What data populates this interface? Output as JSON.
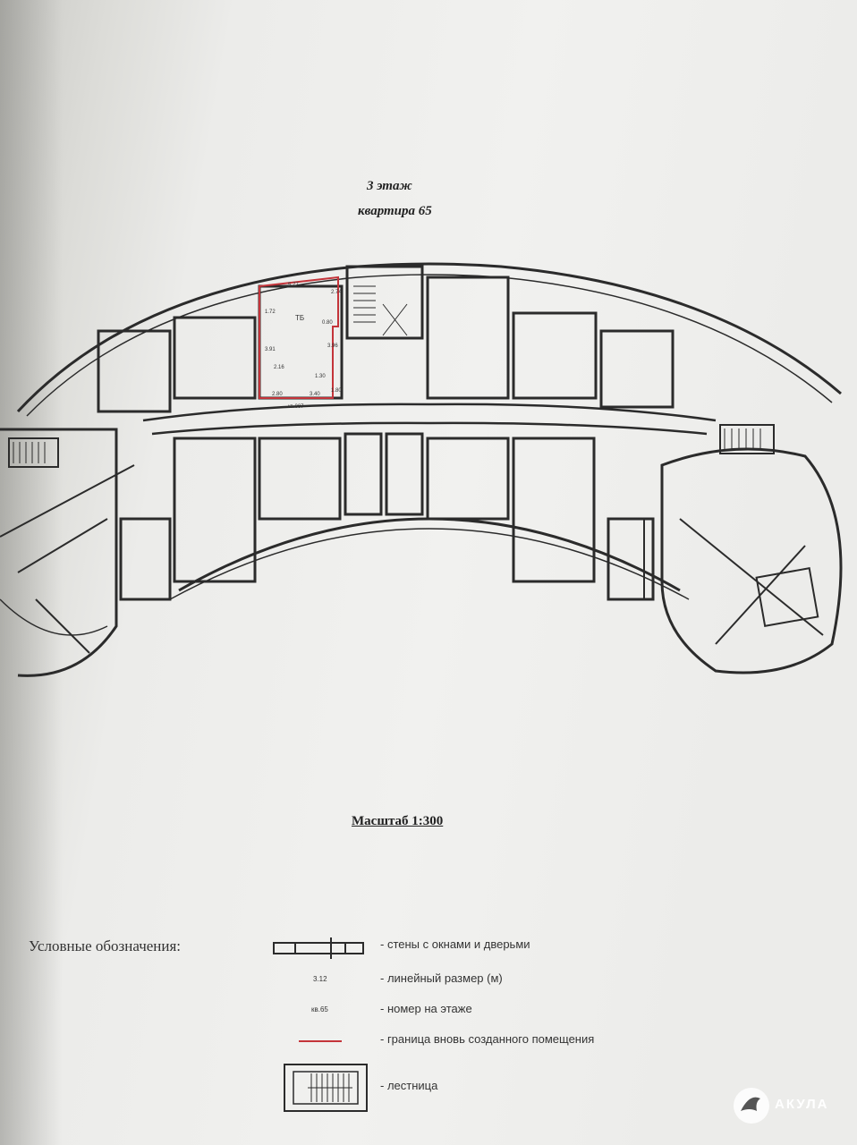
{
  "header": {
    "floor": "3 этаж",
    "apartment": "квартира 65"
  },
  "plan_labels": {
    "dim_top": "5.77",
    "dim_left_top": "1.72",
    "dim_right_top": "2.74",
    "dim_inner": "0.80",
    "dim_left": "3.91",
    "dim_right": "3.96",
    "dim_small_a": "2.16",
    "dim_small_b": "1.30",
    "dim_bottom_a": "2.80",
    "dim_bottom_b": "3.40",
    "dim_bottom_c": "1.80",
    "room_label": "ТБ",
    "apt_number": "кв.007"
  },
  "scale": "Масштаб 1:300",
  "legend": {
    "title": "Условные обозначения:",
    "items": [
      {
        "symbol": "wall-symbol",
        "text": "- стены с окнами и дверьми"
      },
      {
        "symbol": "dimension-symbol",
        "symbol_text": "3.12",
        "text": "- линейный размер (м)"
      },
      {
        "symbol": "number-symbol",
        "symbol_text": "кв.65",
        "text": "- номер на этаже"
      },
      {
        "symbol": "red-line-symbol",
        "text": "- граница вновь созданного помещения"
      },
      {
        "symbol": "stairs-symbol",
        "text": "- лестница"
      }
    ]
  },
  "watermark": {
    "brand": "АКУЛА",
    "icon": "shark-logo-icon"
  },
  "colors": {
    "ink": "#2a2a2a",
    "red_boundary": "#c4343a"
  }
}
